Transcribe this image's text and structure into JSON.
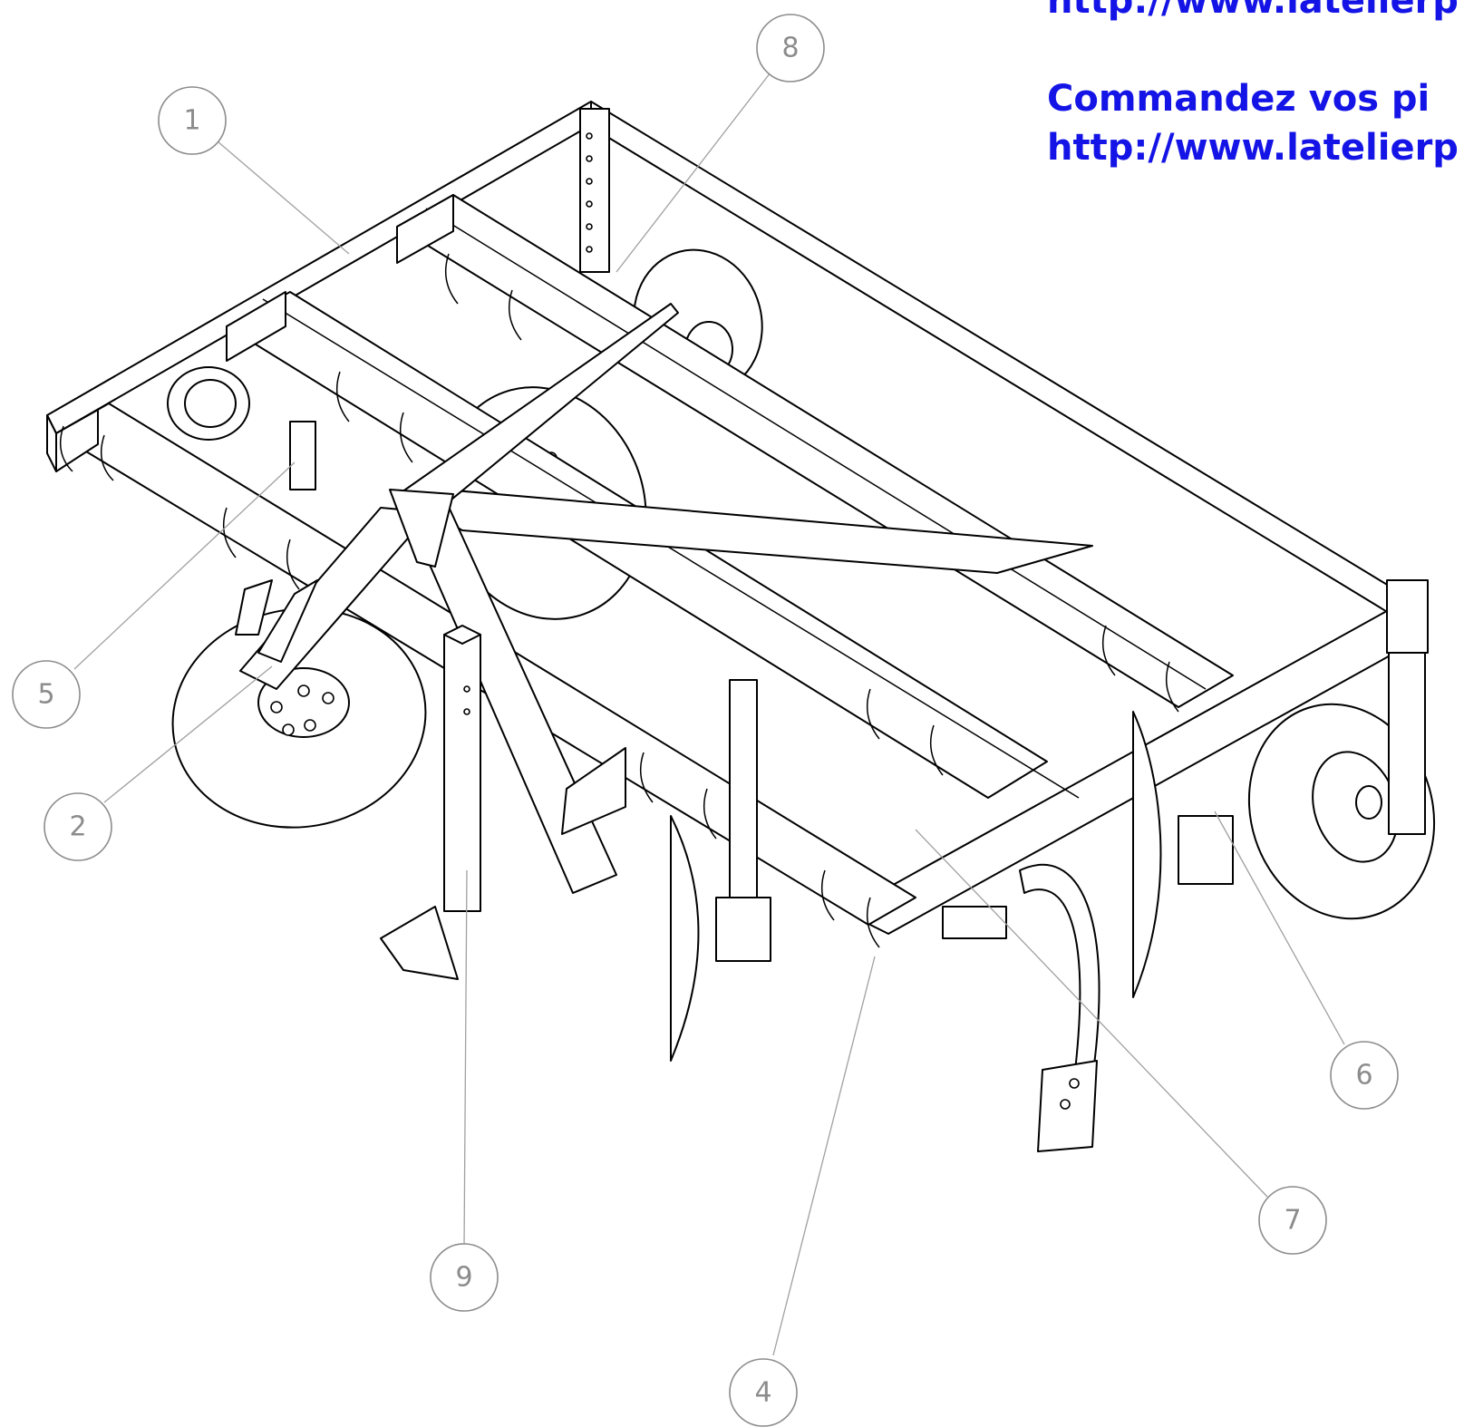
{
  "header": {
    "url_top": "http://www.latelierp",
    "order_text": "Commandez vos pi",
    "url_second": "http://www.latelierp"
  },
  "callouts": [
    {
      "label": "1"
    },
    {
      "label": "2"
    },
    {
      "label": "4"
    },
    {
      "label": "5"
    },
    {
      "label": "6"
    },
    {
      "label": "7"
    },
    {
      "label": "8"
    },
    {
      "label": "9"
    }
  ],
  "colors": {
    "header_text": "#1414e6",
    "callout_stroke": "#8c8c8c",
    "line_art": "#000000"
  }
}
